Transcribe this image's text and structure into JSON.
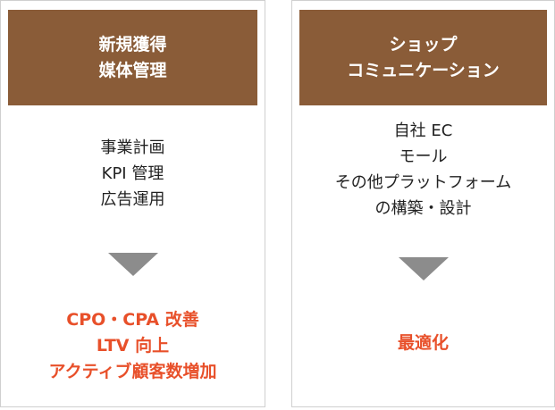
{
  "cards": [
    {
      "title": [
        "新規獲得",
        "媒体管理"
      ],
      "items": [
        "事業計画",
        "KPI 管理",
        "広告運用"
      ],
      "results": [
        "CPO・CPA 改善",
        "LTV 向上",
        "アクティブ顧客数増加"
      ]
    },
    {
      "title": [
        "ショップ",
        "コミュニケーション"
      ],
      "items": [
        "自社 EC",
        "モール",
        "その他プラットフォーム",
        "の構築・設計"
      ],
      "results": [
        "最適化"
      ]
    }
  ],
  "colors": {
    "header": "#8a5c38",
    "result": "#e8502a",
    "arrow": "#8c8c8c"
  }
}
